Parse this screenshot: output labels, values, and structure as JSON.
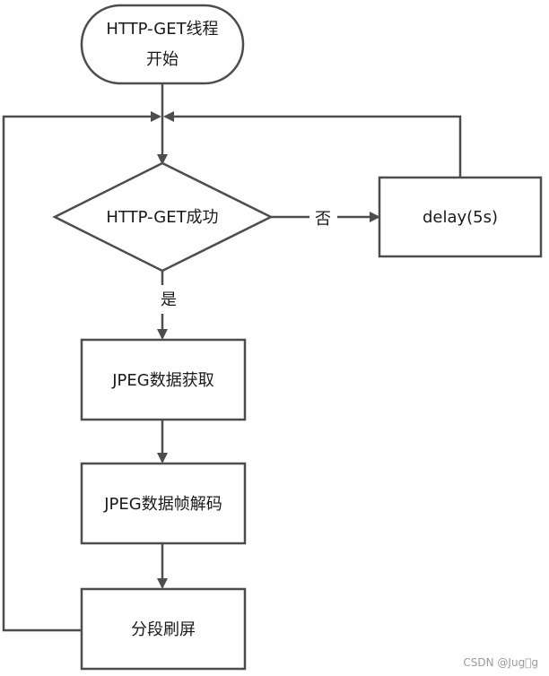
{
  "nodes": {
    "start": {
      "line1": "HTTP-GET线程",
      "line2": "开始"
    },
    "decision": {
      "label": "HTTP-GET成功"
    },
    "delay": {
      "label": "delay(5s)"
    },
    "jpeg_fetch": {
      "label": "JPEG数据获取"
    },
    "jpeg_decode": {
      "label": "JPEG数据帧解码"
    },
    "refresh": {
      "label": "分段刷屏"
    }
  },
  "edges": {
    "no": "否",
    "yes": "是"
  },
  "watermark": "CSDN @Jug\u0000g",
  "colors": {
    "stroke": "#4d4d4d",
    "text": "#1a1a1a",
    "background": "#ffffff"
  }
}
